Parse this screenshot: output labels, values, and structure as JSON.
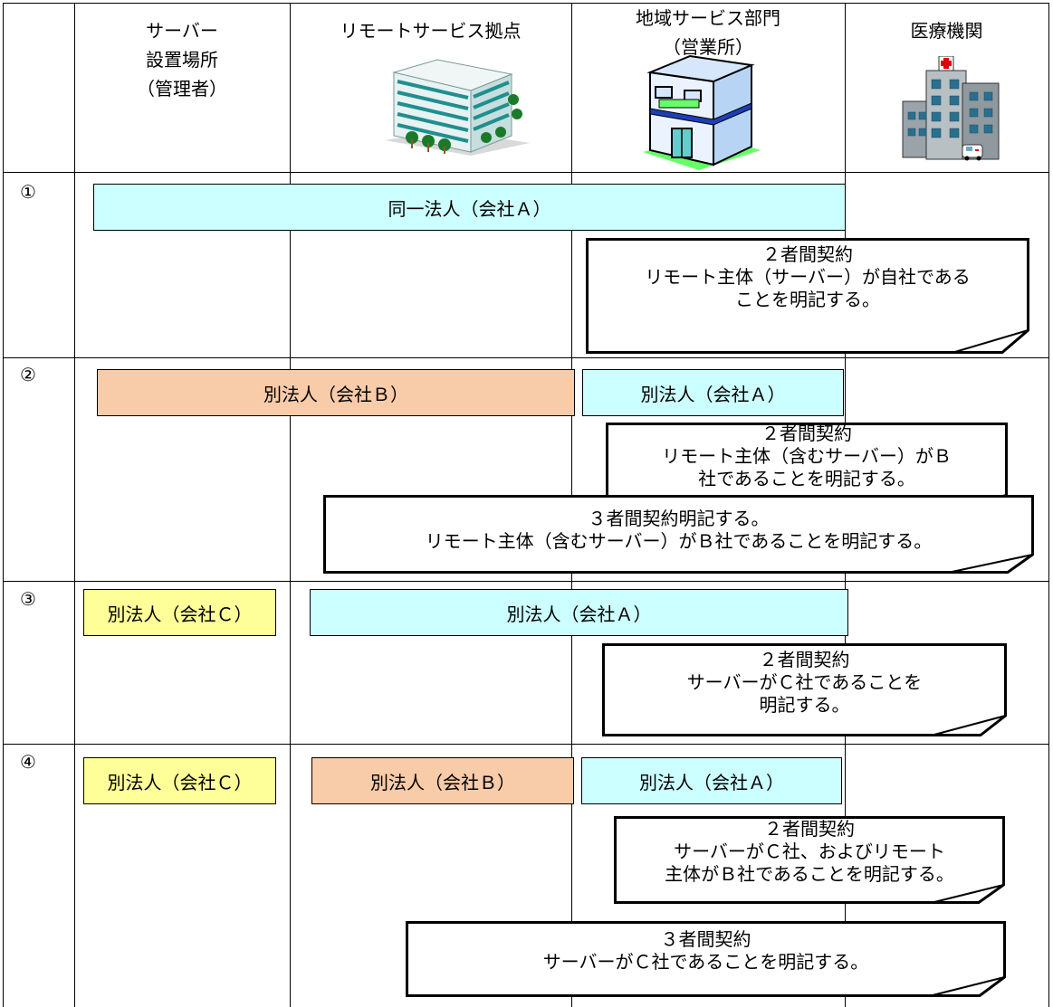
{
  "headers": {
    "server_lines": [
      "サーバー",
      "設置場所",
      "（管理者）"
    ],
    "remote_base": "リモートサービス拠点",
    "regional_lines": [
      "地域サービス部門",
      "（営業所）"
    ],
    "medical": "医療機関"
  },
  "icons": {
    "remote_base": "office-building-icon",
    "regional": "branch-office-icon",
    "medical": "hospital-icon"
  },
  "colors": {
    "same_company": "#ccffff",
    "company_b": "#f8cba9",
    "company_c": "#ffff99"
  },
  "rows": [
    {
      "number": "①",
      "entities": [
        "同一法人（会社Ａ）"
      ],
      "notes": [
        {
          "lines": [
            "２者間契約",
            "リモート主体（サーバー）が自社である",
            "ことを明記する。"
          ]
        }
      ]
    },
    {
      "number": "②",
      "entities": [
        "別法人（会社Ｂ）",
        "別法人（会社Ａ）"
      ],
      "notes": [
        {
          "lines": [
            "２者間契約",
            "リモート主体（含むサーバー）がＢ",
            "社であることを明記する。"
          ]
        },
        {
          "lines": [
            "３者間契約明記する。",
            "リモート主体（含むサーバー）がＢ社であることを明記する。"
          ]
        }
      ]
    },
    {
      "number": "③",
      "entities": [
        "別法人（会社Ｃ）",
        "別法人（会社Ａ）"
      ],
      "notes": [
        {
          "lines": [
            "２者間契約",
            "サーバーがＣ社であることを",
            "明記する。"
          ]
        }
      ]
    },
    {
      "number": "④",
      "entities": [
        "別法人（会社Ｃ）",
        "別法人（会社Ｂ）",
        "別法人（会社Ａ）"
      ],
      "notes": [
        {
          "lines": [
            "２者間契約",
            "サーバーがＣ社、およびリモート",
            "主体がＢ社であることを明記する。"
          ]
        },
        {
          "lines": [
            "３者間契約",
            "サーバーがＣ社であることを明記する。"
          ]
        }
      ]
    }
  ]
}
